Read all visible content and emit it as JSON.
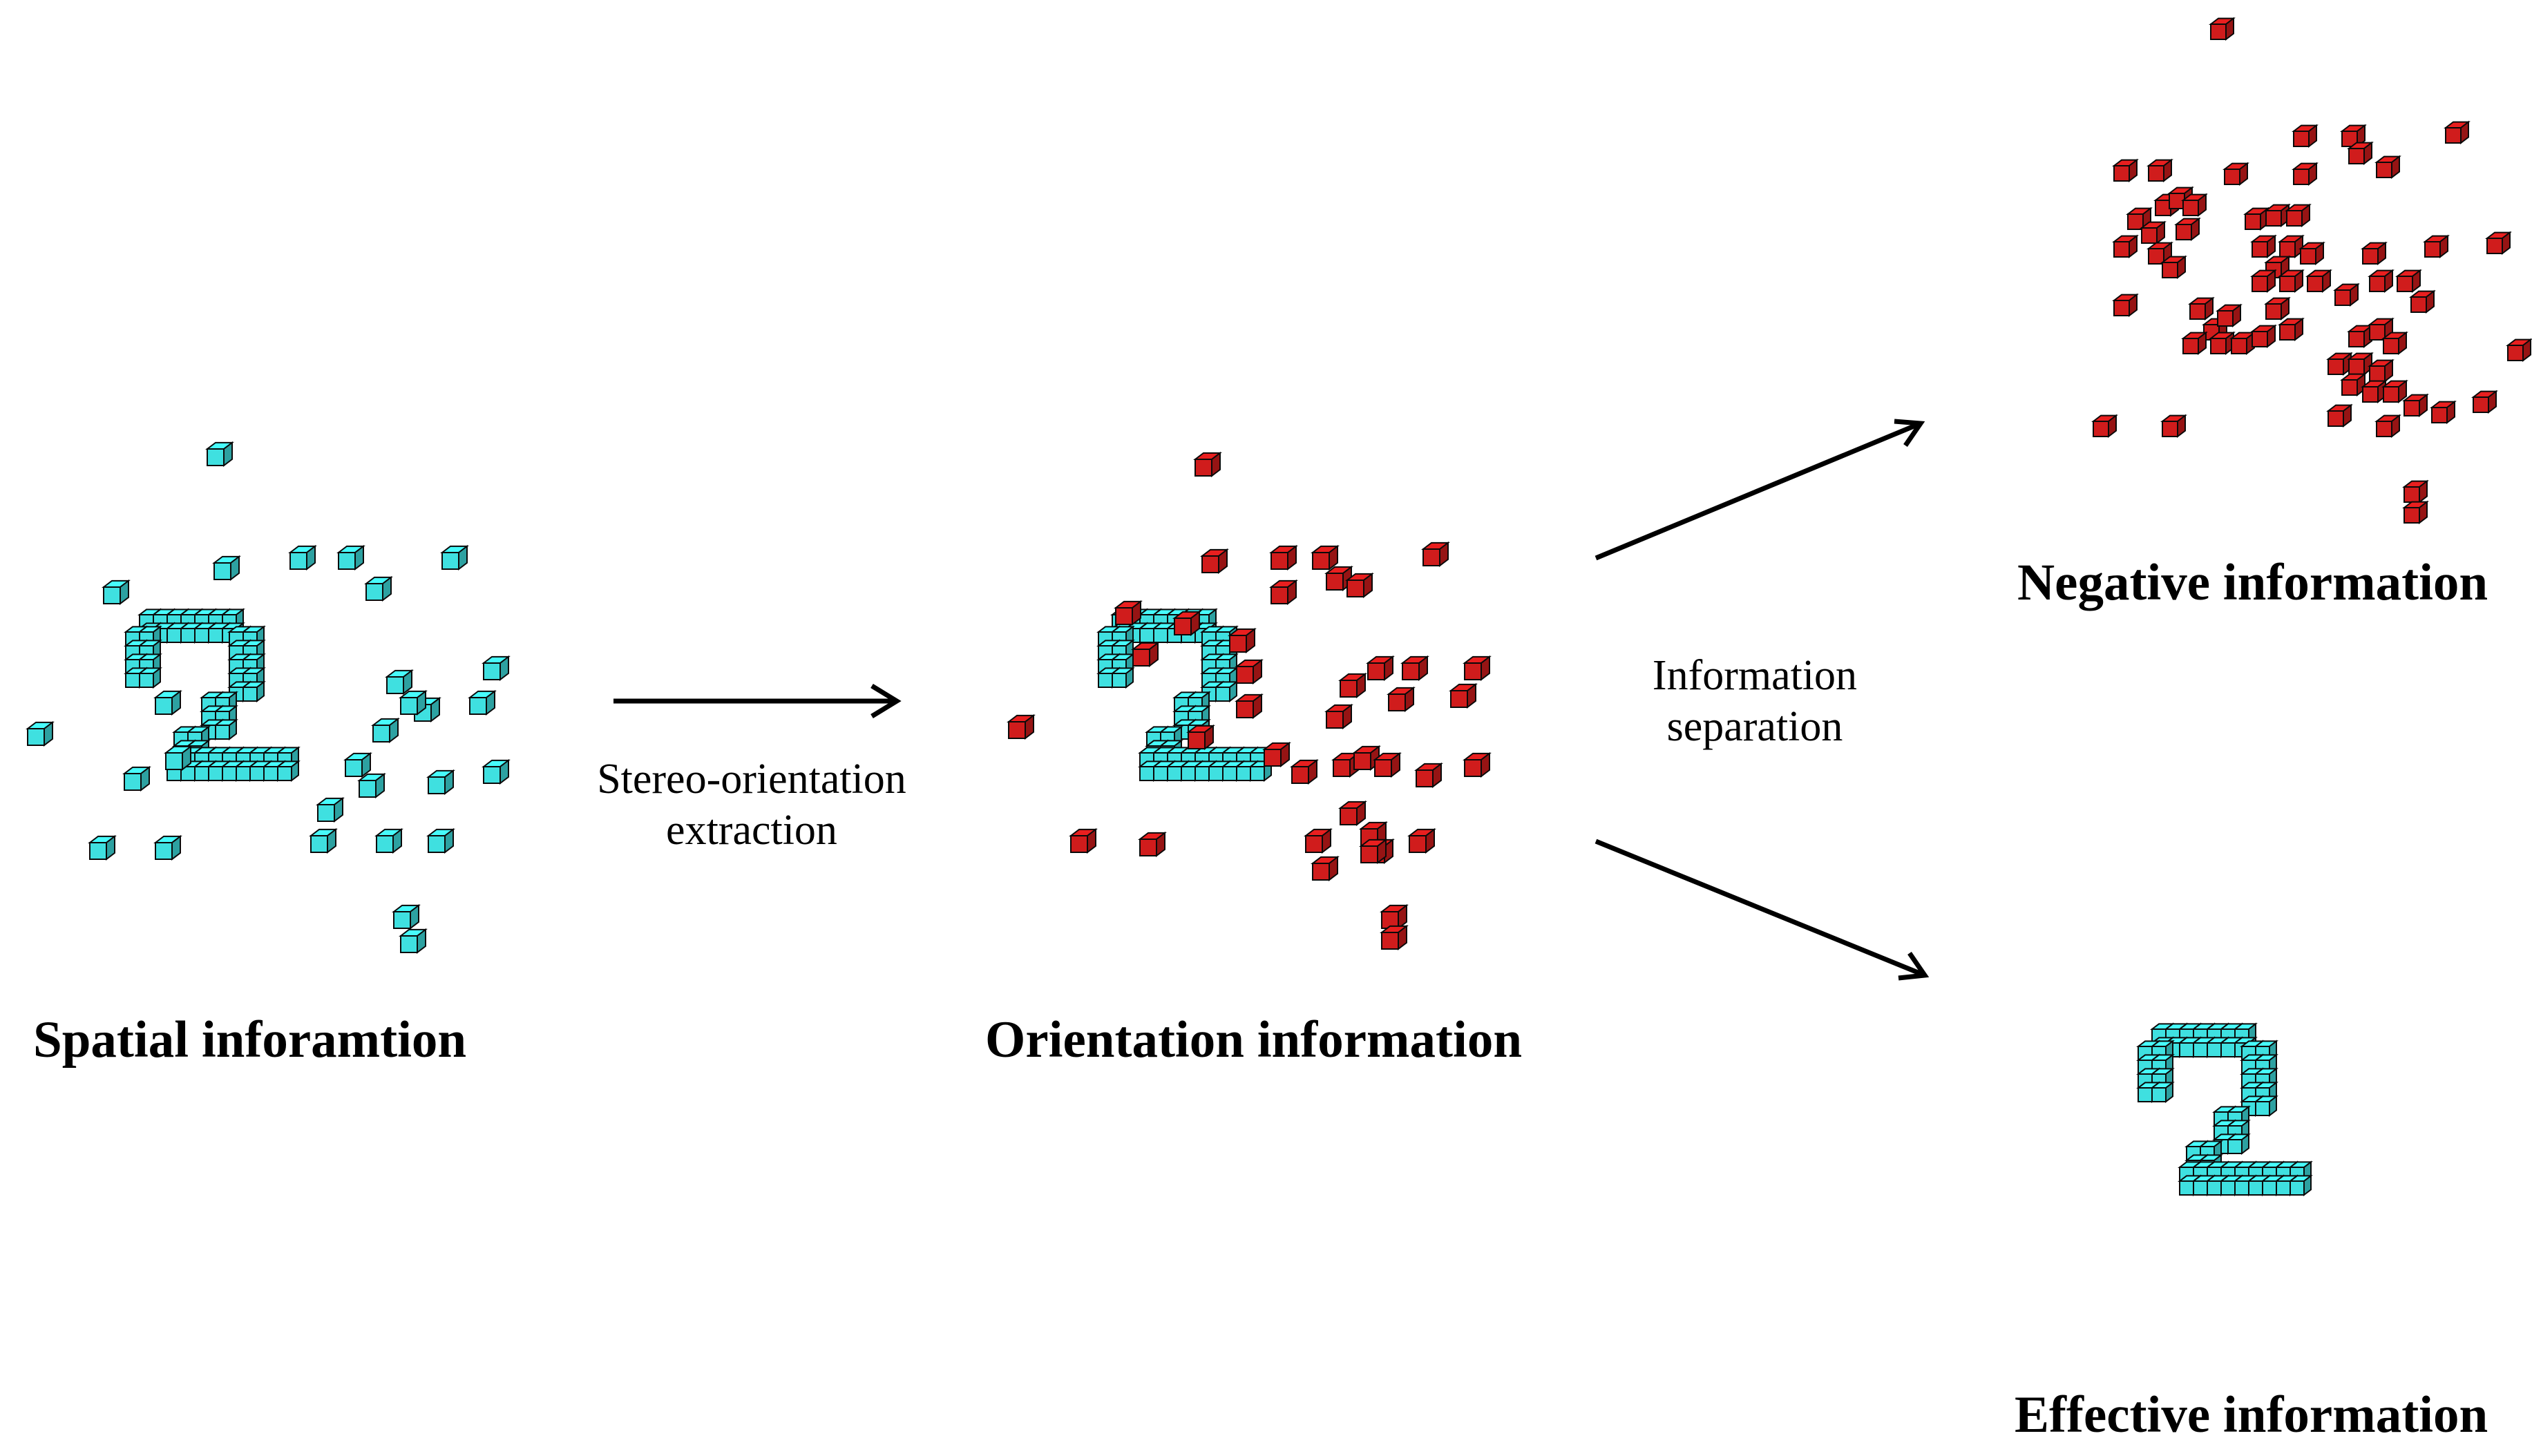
{
  "labels": {
    "spatial": "Spatial inforamtion",
    "orientation": "Orientation information",
    "negative": "Negative information",
    "effective": "Effective information",
    "extraction_line1": "Stereo-orientation",
    "extraction_line2": "extraction",
    "separation_line1": "Information",
    "separation_line2": "separation"
  },
  "colors": {
    "effective_voxel": "#3fe0e0",
    "negative_voxel": "#d01c1c",
    "voxel_edge": "#0a0a0a",
    "arrow": "#000000"
  },
  "icons": {
    "voxel": "cube-icon",
    "arrow": "arrow-right-icon"
  }
}
